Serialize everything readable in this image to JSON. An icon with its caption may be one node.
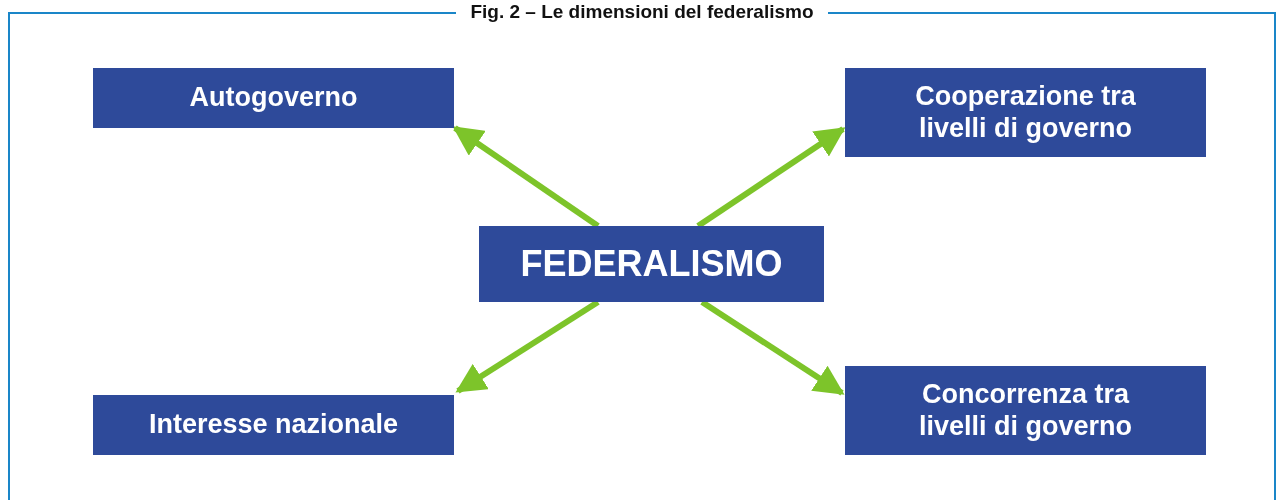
{
  "diagram": {
    "title": "Fig. 2 – Le dimensioni del federalismo",
    "nodes": [
      {
        "text": [
          "FEDERALISMO"
        ]
      },
      {
        "text": [
          "Autogoverno"
        ]
      },
      {
        "text": [
          "Cooperazione tra livelli di governo"
        ]
      },
      {
        "text": [
          "Interesse nazionale"
        ]
      },
      {
        "text": [
          "Concorrenza tra livelli di governo"
        ]
      }
    ],
    "edges": [
      {
        "from": 0,
        "to": 1,
        "arrow": "to"
      },
      {
        "from": 0,
        "to": 2,
        "arrow": "to"
      },
      {
        "from": 0,
        "to": 3,
        "arrow": "to"
      },
      {
        "from": 0,
        "to": 4,
        "arrow": "to"
      }
    ]
  }
}
